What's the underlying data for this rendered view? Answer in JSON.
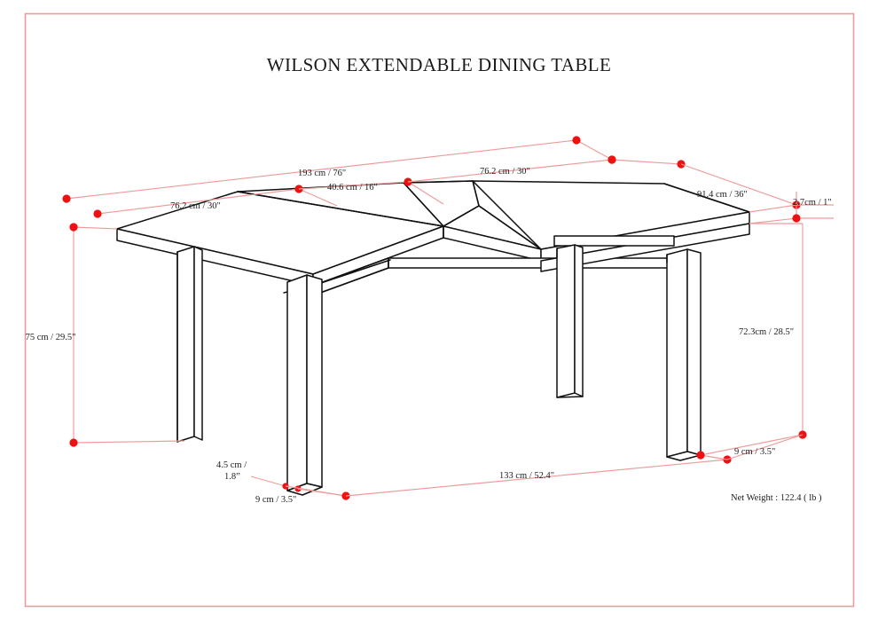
{
  "document": {
    "title": "WILSON EXTENDABLE DINING TABLE",
    "product_name": "Wilson Extendable Dining Table",
    "drawing_type": "dimension-drawing",
    "background_color": "#ffffff",
    "frame_color": "#ef9a9a",
    "dimension_line_color": "#ef9a9a",
    "dimension_dot_color": "#ee1111",
    "furniture_line_color": "#101010"
  },
  "dimensions": {
    "top_overall_width": "193 cm / 76\"",
    "top_leaf_width": "40.6 cm / 16\"",
    "top_left_panel_width": "76.2 cm / 30\"",
    "top_right_panel_width": "76.2 cm / 30\"",
    "top_depth": "91.4 cm / 36\"",
    "top_thickness": "2.7cm / 1\"",
    "overall_height_left": "75 cm / 29.5\"",
    "leg_height_right": "72.3cm / 28.5\"",
    "leg_width_left": "4.5 cm / 1.8\"",
    "leg_depth_front": "9 cm / 3.5\"",
    "leg_span_length": "133 cm / 52.4\"",
    "leg_depth_right": "9 cm / 3.5\""
  },
  "specs": {
    "net_weight_label": "Net Weight : 122.4 ( lb )",
    "net_weight_value": "122.4",
    "net_weight_unit": "lb"
  }
}
